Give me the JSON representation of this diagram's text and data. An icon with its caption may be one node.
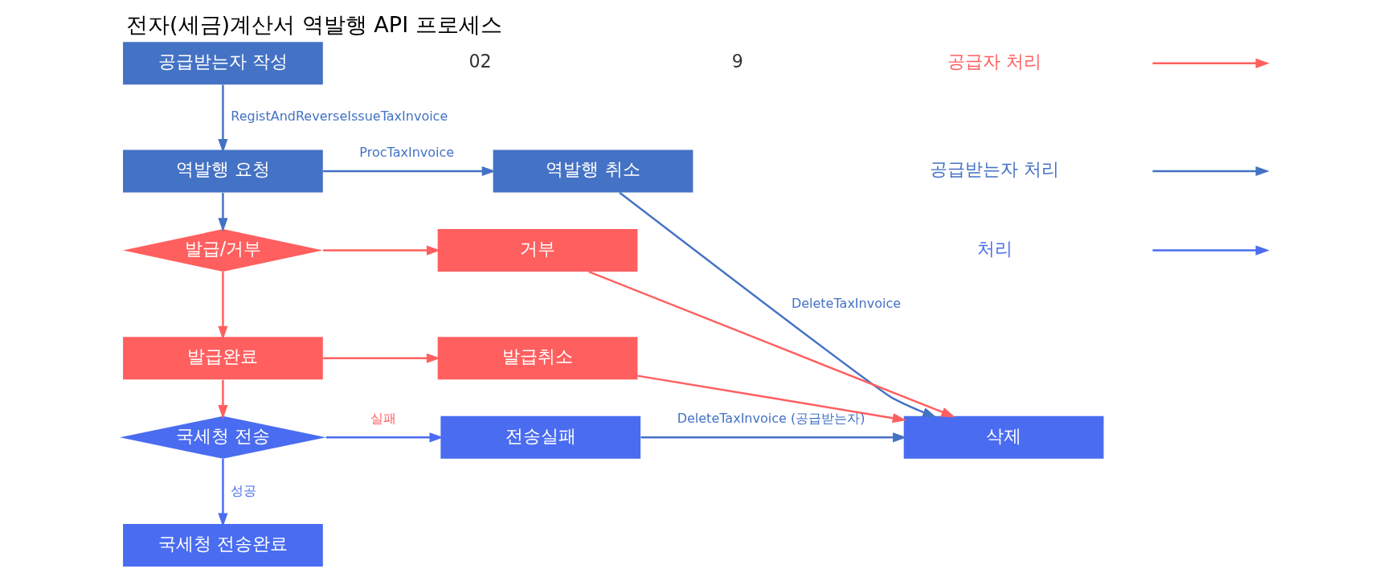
{
  "diagram": {
    "title": "전자(세금)계산서 역발행 API 프로세스",
    "nodes": [
      {
        "text": [
          "공급받는자 작성"
        ]
      },
      {
        "text": [
          "역발행 요청"
        ]
      },
      {
        "text": [
          "역발행 취소"
        ]
      },
      {
        "text": [
          "발급/거부"
        ]
      },
      {
        "text": [
          "거부"
        ]
      },
      {
        "text": [
          "발급완료"
        ]
      },
      {
        "text": [
          "발급취소"
        ]
      },
      {
        "text": [
          "국세청 전송"
        ]
      },
      {
        "text": [
          "전송실패"
        ]
      },
      {
        "text": [
          "삭제"
        ]
      },
      {
        "text": [
          "국세청 전송완료"
        ]
      }
    ],
    "edges": [
      {
        "from": 0,
        "to": 1,
        "arrow": "to",
        "label": "RegistAndReverseIssueTaxInvoice",
        "color": "#4472c4"
      },
      {
        "from": 1,
        "to": 2,
        "arrow": "to",
        "label": "ProcTaxInvoice",
        "color": "#4472c4"
      },
      {
        "from": 2,
        "to": 9,
        "arrow": "to",
        "label": "DeleteTaxInvoice",
        "color": "#4472c4"
      },
      {
        "from": 1,
        "to": 3,
        "arrow": "to",
        "color": "#4472c4"
      },
      {
        "from": 3,
        "to": 4,
        "arrow": "to"
      },
      {
        "from": 4,
        "to": 9,
        "arrow": "to"
      },
      {
        "from": 3,
        "to": 5,
        "arrow": "to"
      },
      {
        "from": 5,
        "to": 6,
        "arrow": "to"
      },
      {
        "from": 6,
        "to": 9,
        "arrow": "to"
      },
      {
        "from": 5,
        "to": 7,
        "arrow": "to"
      },
      {
        "from": 7,
        "to": 8,
        "arrow": "to",
        "label": "실패",
        "color": "#4a6cf0"
      },
      {
        "from": 8,
        "to": 9,
        "arrow": "to",
        "label": "DeleteTaxInvoice (공급받는자)",
        "color": "#4472c4"
      },
      {
        "from": 7,
        "to": 10,
        "arrow": "to",
        "label": "성공",
        "color": "#4a6cf0"
      }
    ],
    "labels": [
      "02",
      "9"
    ],
    "legend": [
      {
        "text": "공급자 처리"
      },
      {
        "text": "공급받는자 처리"
      },
      {
        "text": "처리"
      }
    ]
  }
}
